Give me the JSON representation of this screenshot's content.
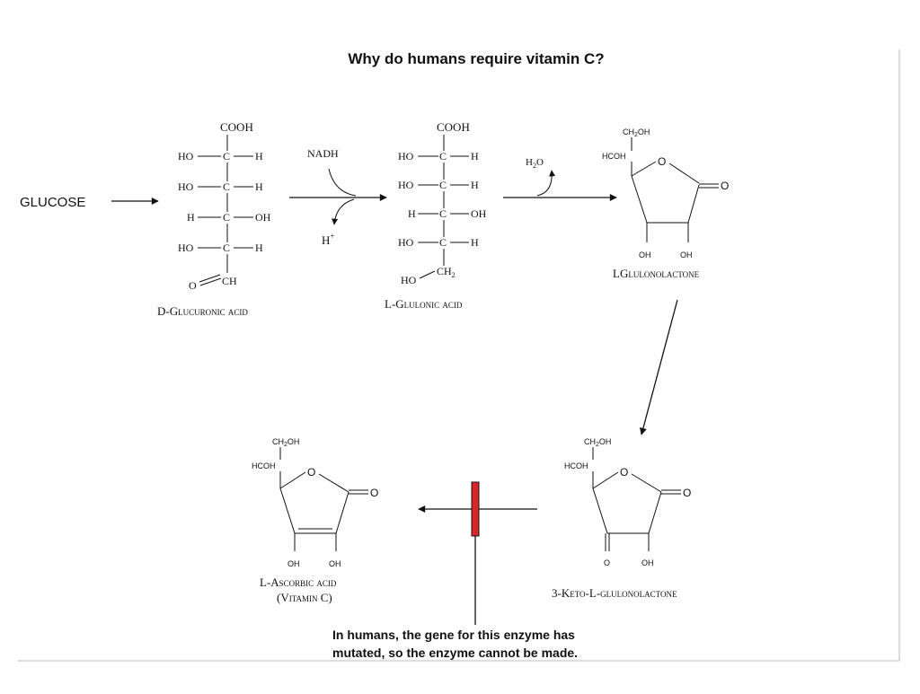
{
  "title": "Why do humans require vitamin C?",
  "start_label": "GLUCOSE",
  "cofactors": {
    "nadh": "NADH",
    "h_plus": "H",
    "h_plus_sup": "+",
    "water": "H",
    "water_sub": "2",
    "water_o": "O"
  },
  "atoms": {
    "cooh": "COOH",
    "ho": "HO",
    "h": "H",
    "oh": "OH",
    "c": "C",
    "ch": "CH",
    "o": "O",
    "ho_end": "HO",
    "ch2": "CH",
    "ch2_sub": "2",
    "ch2oh": "CH",
    "ch2oh_sub": "2",
    "ch2oh_oh": "OH",
    "hcoh": "HCOH"
  },
  "compounds": {
    "d_glucuronic": "D-Glucuronic acid",
    "l_gulonic": "L-Glulonic acid",
    "l_gulonolactone": "LGlulonolactone",
    "keto_gulonolactone": "3-Keto-L-glulonolactone",
    "ascorbic_line1": "L-Ascorbic acid",
    "ascorbic_line2": "(Vitamin C)"
  },
  "note": {
    "line1": "In humans, the gene for this enzyme has",
    "line2": "mutated, so the enzyme cannot be made."
  },
  "colors": {
    "block_marker": "#d8262b",
    "ink": "#111111",
    "frame": "#bbbbbb"
  }
}
